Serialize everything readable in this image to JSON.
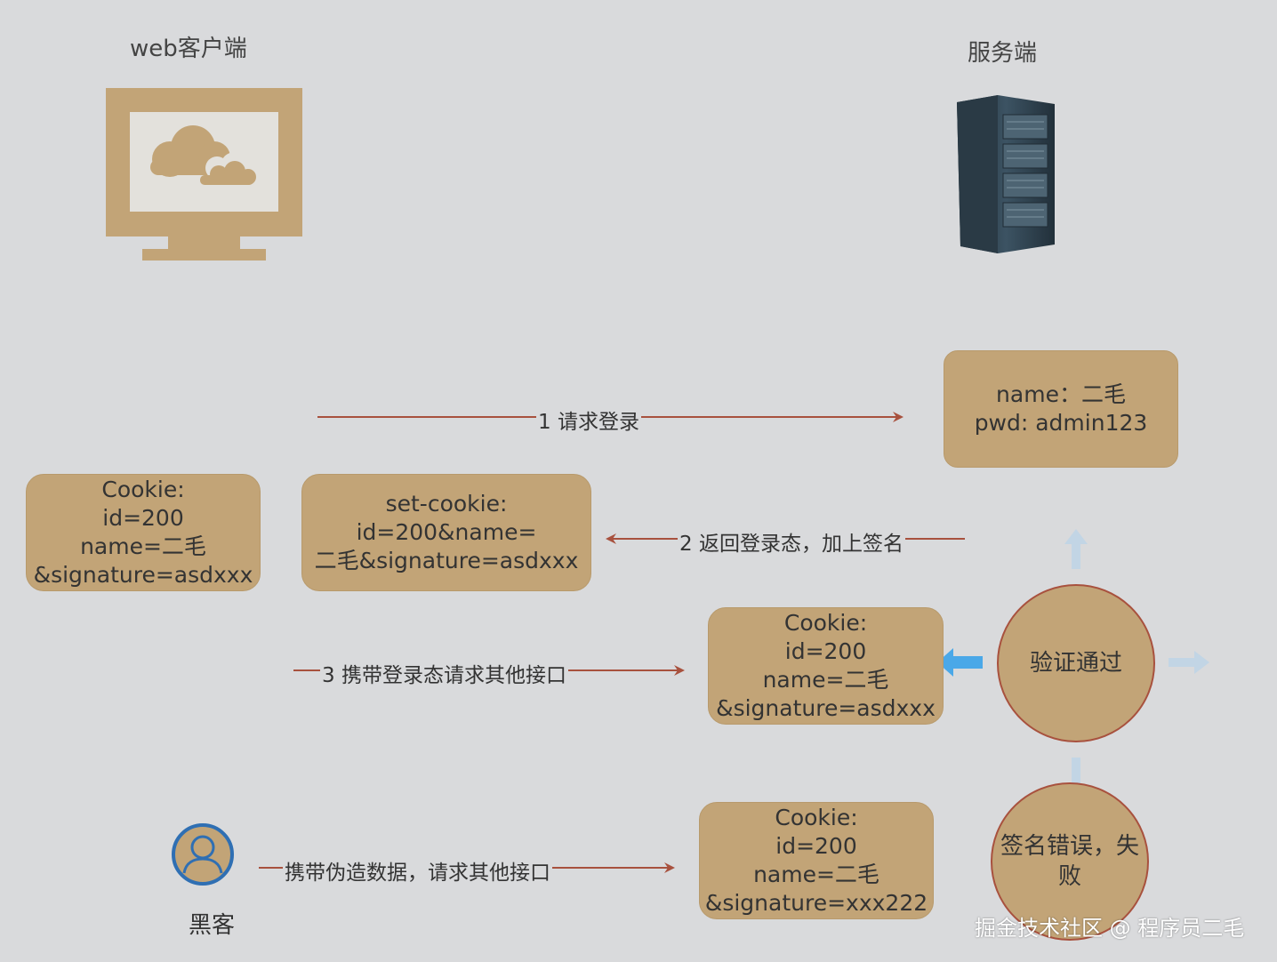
{
  "client": {
    "title": "web客户端",
    "icon": "monitor-cloud-icon"
  },
  "server": {
    "title": "服务端",
    "icon": "server-rack-icon"
  },
  "hacker": {
    "label": "黑客",
    "icon": "user-avatar-icon"
  },
  "login_box": {
    "line1": "name：二毛",
    "line2": "pwd: admin123"
  },
  "client_cookie": {
    "line1": "Cookie:",
    "line2": "id=200",
    "line3": "name=二毛",
    "line4": "&signature=asdxxx"
  },
  "set_cookie": {
    "line1": "set-cookie: id=200&name=",
    "line2": "二毛&signature=asdxxx"
  },
  "request_cookie": {
    "line1": "Cookie:",
    "line2": "id=200",
    "line3": "name=二毛",
    "line4": "&signature=asdxxx"
  },
  "forged_cookie": {
    "line1": "Cookie:",
    "line2": "id=200",
    "line3": "name=二毛",
    "line4": "&signature=xxx222"
  },
  "verify_pass": {
    "label": "验证通过"
  },
  "verify_fail": {
    "line1": "签名错误，失",
    "line2": "败"
  },
  "arrows": {
    "step1": "1 请求登录",
    "step2": "2 返回登录态，加上签名",
    "step3": "3 携带登录态请求其他接口",
    "forged": "携带伪造数据，请求其他接口"
  },
  "colors": {
    "box": "#c2a477",
    "arrow": "#a8513e",
    "highlight_arrow": "#4aa8e8",
    "background": "#d9dadc"
  },
  "watermark": "掘金技术社区 @ 程序员二毛"
}
